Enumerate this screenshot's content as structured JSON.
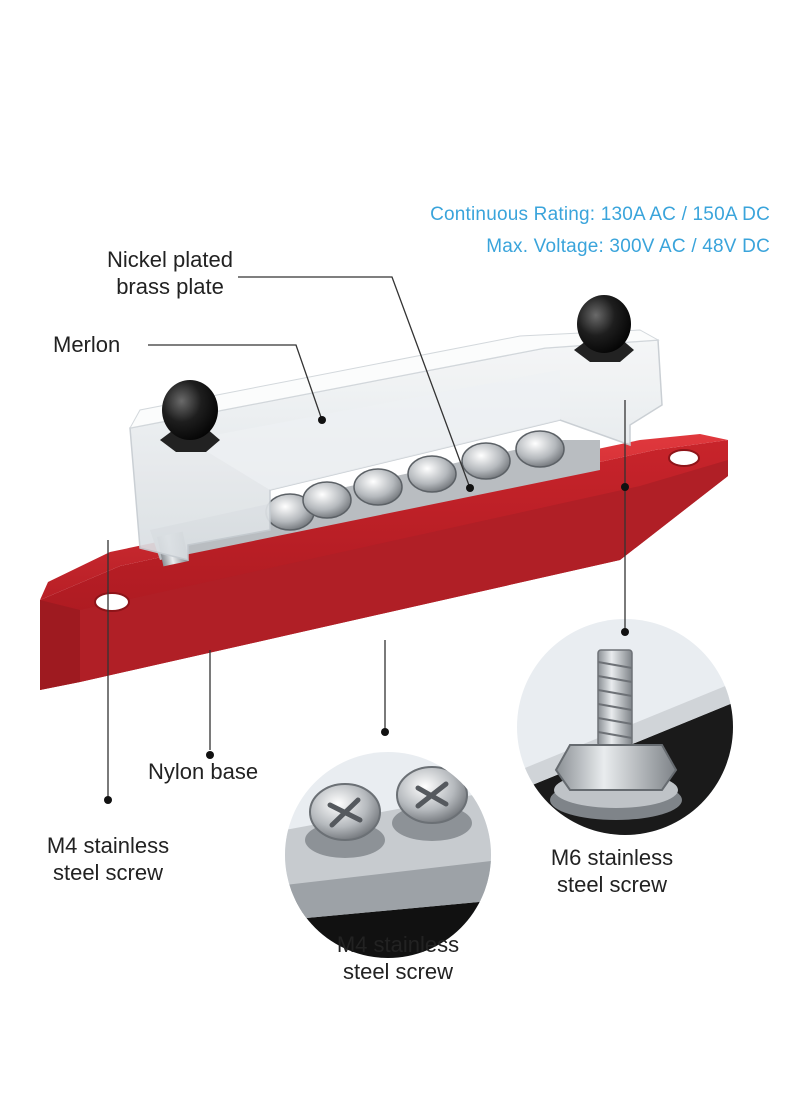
{
  "specs": {
    "continuous_rating": "Continuous Rating: 130A AC / 150A DC",
    "max_voltage": "Max. Voltage: 300V AC / 48V DC"
  },
  "labels": {
    "nickel_line1": "Nickel plated",
    "nickel_line2": "brass plate",
    "merlon": "Merlon",
    "nylon_base": "Nylon base",
    "m4_left_line1": "M4 stainless",
    "m4_left_line2": "steel screw",
    "m4_center_line1": "M4 stainless",
    "m4_center_line2": "steel screw",
    "m6_line1": "M6 stainless",
    "m6_line2": "steel screw"
  },
  "colors": {
    "spec_text": "#3aa4db",
    "base_red": "#c8242b",
    "leader_line": "#333333"
  }
}
